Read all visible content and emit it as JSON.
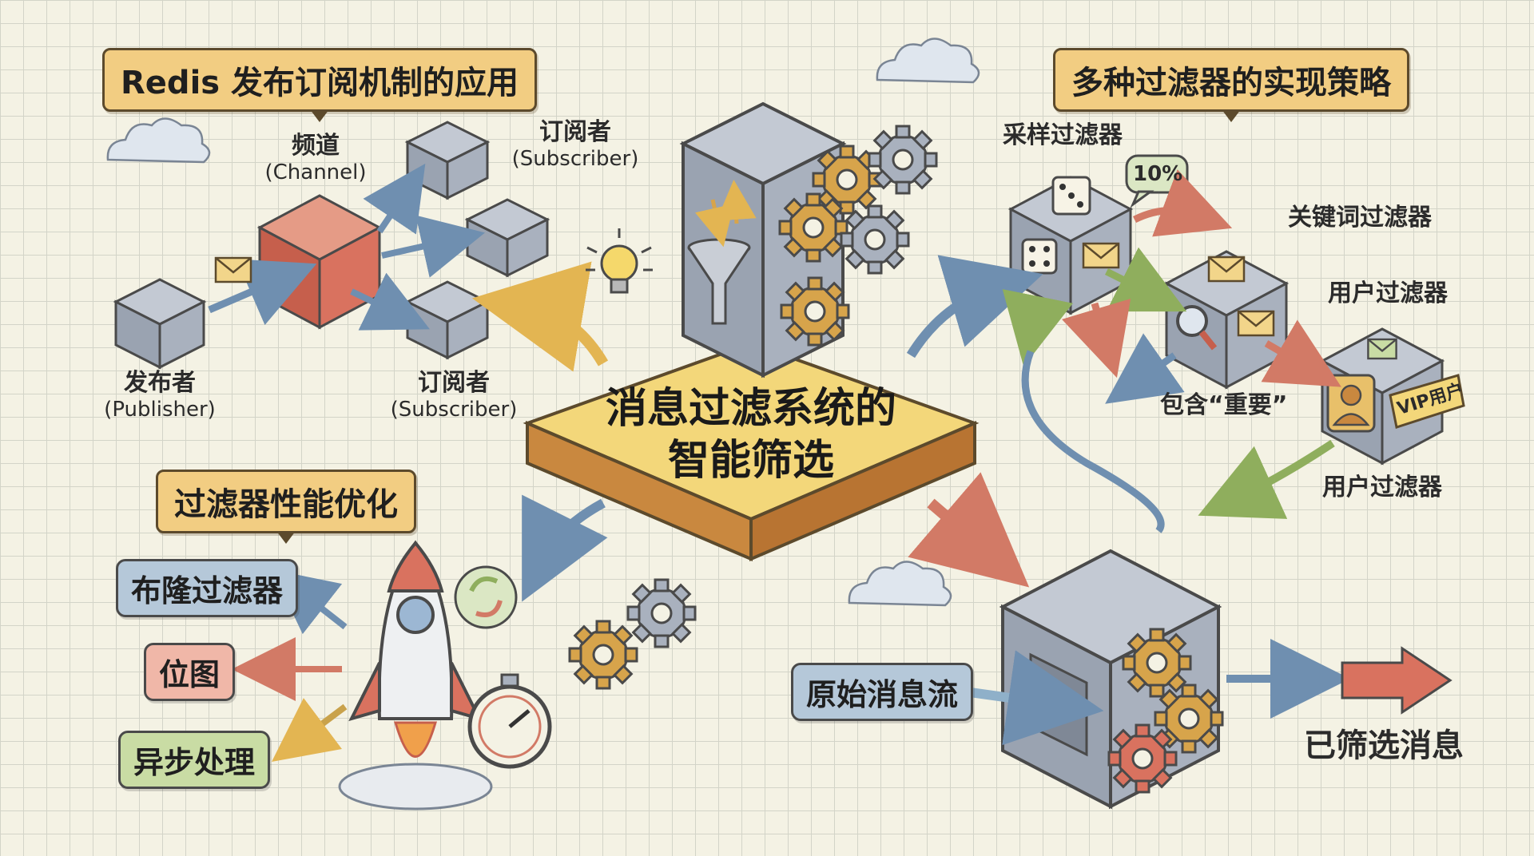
{
  "central": {
    "title_line1": "消息过滤系统的",
    "title_line2": "智能筛选"
  },
  "section_redis": {
    "heading": "Redis 发布订阅机制的应用",
    "channel_label": "频道",
    "channel_sub": "(Channel)",
    "publisher_label": "发布者",
    "publisher_sub": "(Publisher)",
    "subscriber_top_label": "订阅者",
    "subscriber_top_sub": "(Subscriber)",
    "subscriber_bottom_label": "订阅者",
    "subscriber_bottom_sub": "(Subscriber)"
  },
  "section_filters": {
    "heading": "多种过滤器的实现策略",
    "sampling_filter": "采样过滤器",
    "sampling_rate": "10%",
    "keyword_filter": "关键词过滤器",
    "keyword_condition": "包含“重要”",
    "user_filter_top": "用户过滤器",
    "vip_badge": "VIP用户",
    "user_filter_bottom": "用户过滤器"
  },
  "section_perf": {
    "heading": "过滤器性能优化",
    "items": [
      "布隆过滤器",
      "位图",
      "异步处理"
    ]
  },
  "pipeline": {
    "input_label": "原始消息流",
    "output_label": "已筛选消息"
  },
  "colors": {
    "tag_fill": "#f2cd82",
    "cube_gray": "#a8b1bf",
    "cube_red": "#d9725f",
    "platform_yellow": "#f3d77a",
    "chip_blue": "#b5c8d9",
    "chip_red": "#f0b7a8",
    "chip_green": "#c9dca4",
    "gear_orange": "#d7a44b",
    "arrow_blue": "#6f8fb0",
    "arrow_red": "#d27a66",
    "arrow_green": "#8fae5d"
  },
  "icons": [
    "envelope-icon",
    "gear-icon",
    "funnel-icon",
    "dice-icon",
    "magnifier-icon",
    "user-icon",
    "lightbulb-icon",
    "rocket-icon",
    "stopwatch-icon",
    "recycle-icon",
    "cloud-icon"
  ]
}
